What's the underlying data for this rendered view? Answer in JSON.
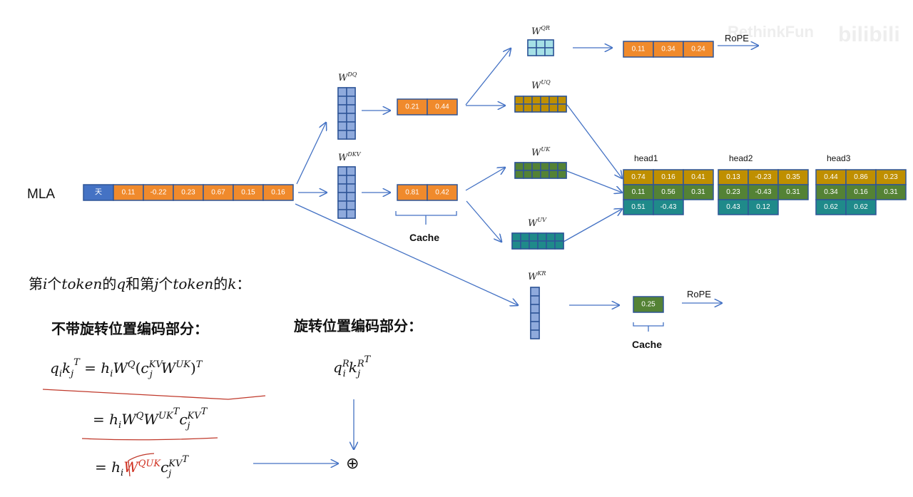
{
  "watermark": {
    "channel": "RethinkFun",
    "site": "bilibili"
  },
  "title": "MLA",
  "input": {
    "token": "天",
    "values": [
      "0.11",
      "-0.22",
      "0.23",
      "0.67",
      "0.15",
      "0.16"
    ]
  },
  "weights": {
    "dq": {
      "base": "W",
      "sup": "DQ"
    },
    "dkv": {
      "base": "W",
      "sup": "DKV"
    },
    "qr": {
      "base": "W",
      "sup": "QR"
    },
    "uq": {
      "base": "W",
      "sup": "UQ"
    },
    "uk": {
      "base": "W",
      "sup": "UK"
    },
    "uv": {
      "base": "W",
      "sup": "UV"
    },
    "kr": {
      "base": "W",
      "sup": "KR"
    }
  },
  "latent_q": [
    "0.21",
    "0.44"
  ],
  "latent_kv": [
    "0.81",
    "0.42"
  ],
  "qr_output": [
    "0.11",
    "0.34",
    "0.24"
  ],
  "kr_output": [
    "0.25"
  ],
  "cache_label": "Cache",
  "rope_label": "RoPE",
  "heads": [
    {
      "name": "head1",
      "q": [
        "0.74",
        "0.16",
        "0.41"
      ],
      "k": [
        "0.11",
        "0.56",
        "0.31"
      ],
      "v": [
        "0.51",
        "-0.43"
      ]
    },
    {
      "name": "head2",
      "q": [
        "0.13",
        "-0.23",
        "0.35"
      ],
      "k": [
        "0.23",
        "-0.43",
        "0.31"
      ],
      "v": [
        "0.43",
        "0.12"
      ]
    },
    {
      "name": "head3",
      "q": [
        "0.44",
        "0.86",
        "0.23"
      ],
      "k": [
        "0.34",
        "0.16",
        "0.31"
      ],
      "v": [
        "0.62",
        "0.62"
      ]
    }
  ],
  "explanation": {
    "intro": "第i个token的q和第j个token的k：",
    "no_rope_heading": "不带旋转位置编码部分：",
    "rope_heading": "旋转位置编码部分：",
    "eq1": "qᵢkⱼᵀ = hᵢW^Q(cⱼ^KV W^UK)ᵀ",
    "eq2": "= hᵢW^Q W^UKᵀ cⱼ^KVᵀ",
    "eq3_prefix": "= hᵢ",
    "eq3_highlight": "W^QUK",
    "eq3_suffix": "cⱼ^KVᵀ",
    "rope_eq": "qᵢ^R kⱼ^Rᵀ",
    "sum_symbol": "⊕"
  },
  "colors": {
    "orange": "#f08a2c",
    "blue_token": "#4472c4",
    "matrix_blue": "#8faadc",
    "matrix_cyan": "#a6e0e6",
    "gold": "#bf8f00",
    "green": "#548235",
    "teal": "#1f8a8a",
    "border": "#2f5597",
    "arrow": "#4472c4",
    "annotation_red": "#c0392b"
  }
}
